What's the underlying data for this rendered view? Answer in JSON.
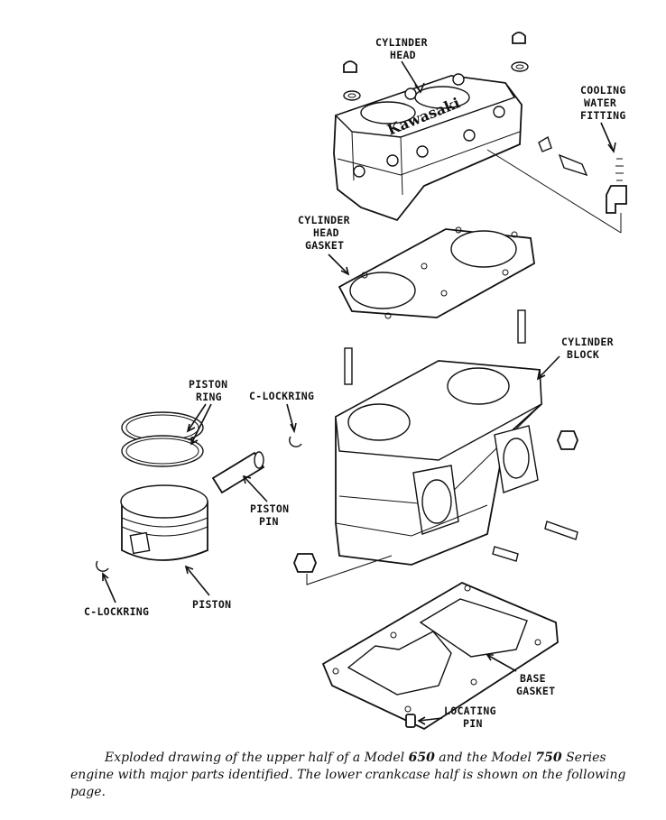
{
  "labels": {
    "cylinder_head": [
      "CYLINDER",
      "HEAD"
    ],
    "cooling_water_fitting": [
      "COOLING",
      "WATER",
      "FITTING"
    ],
    "cylinder_head_gasket": [
      "CYLINDER",
      "HEAD",
      "GASKET"
    ],
    "cylinder_block": [
      "CYLINDER",
      "BLOCK"
    ],
    "piston_ring": [
      "PISTON",
      "RING"
    ],
    "c_lockring_upper": "C-LOCKRING",
    "piston_pin": [
      "PISTON",
      "PIN"
    ],
    "c_lockring_lower": "C-LOCKRING",
    "piston": "PISTON",
    "base_gasket": [
      "BASE",
      "GASKET"
    ],
    "locating_pin": [
      "LOCATING",
      "PIN"
    ]
  },
  "head_logo": "Kawasaki",
  "caption": {
    "part1": "Exploded drawing of the upper half of a Model ",
    "model_a": "650",
    "part2": " and the Model ",
    "model_b": "750",
    "part3": " Series engine with major parts identified.  The lower crankcase half is shown on the following page."
  }
}
